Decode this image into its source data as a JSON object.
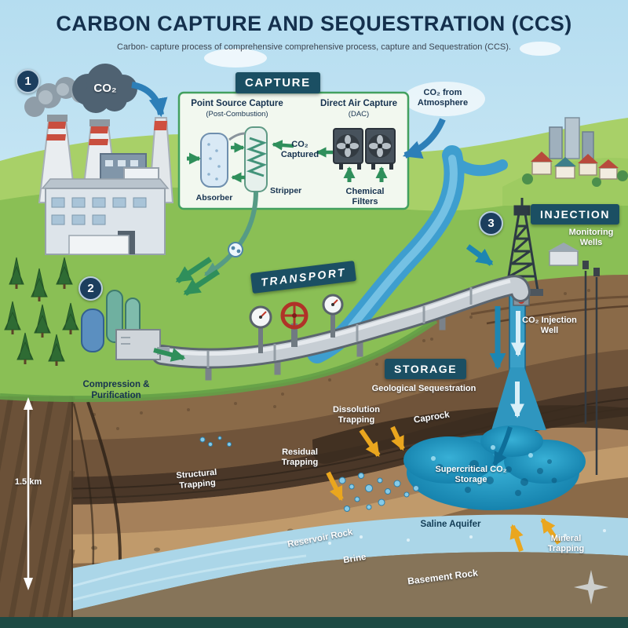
{
  "title": "CARBON CAPTURE AND SEQUESTRATION (CCS)",
  "subtitle": "Carbon- capture process of comprehensive comprehensive process, capture and Sequestration (CCS).",
  "badges": {
    "one": "1",
    "two": "2",
    "three": "3"
  },
  "cloud_label": "CO₂",
  "capture": {
    "header": "CAPTURE",
    "point_source_title": "Point Source Capture",
    "point_source_subtitle": "(Post-Combustion)",
    "dac_title": "Direct Air Capture",
    "dac_subtitle": "(DAC)",
    "absorber_label": "Absorber",
    "stripper_label": "Stripper",
    "co2_captured_label": "CO₂ Captured",
    "chemical_filters_label": "Chemical Filters",
    "co2_from_atmosphere_label": "CO₂ from Atmosphere"
  },
  "surface": {
    "compression_label": "Compression & Purification",
    "transport_header": "TRANSPORT",
    "injection_header": "INJECTION",
    "monitoring_wells_label": "Monitoring Wells",
    "injection_well_label": "CO₂ Injection Well"
  },
  "subsurface": {
    "storage_header": "STORAGE",
    "storage_subtitle": "Geological Sequestration",
    "caprock_label": "Caprock",
    "dissolution_label": "Dissolution Trapping",
    "residual_label": "Residual Trapping",
    "structural_label": "Structural Trapping",
    "supercritical_label": "Supercritical CO₂ Storage",
    "saline_aquifer_label": "Saline Aquifer",
    "reservoir_rock_label": "Reservoir Rock",
    "brine_label": "Brine",
    "basement_rock_label": "Basement Rock",
    "mineral_label": "Mineral Trapping",
    "depth_scale": "1.5 km"
  },
  "colors": {
    "accent_dark": "#1b4f63",
    "title_navy": "#14304d",
    "arrow_green": "#2f8f5b",
    "arrow_blue": "#2d7fb8",
    "arrow_yellow": "#eaa61e",
    "plume_teal": "#1b86b4"
  }
}
